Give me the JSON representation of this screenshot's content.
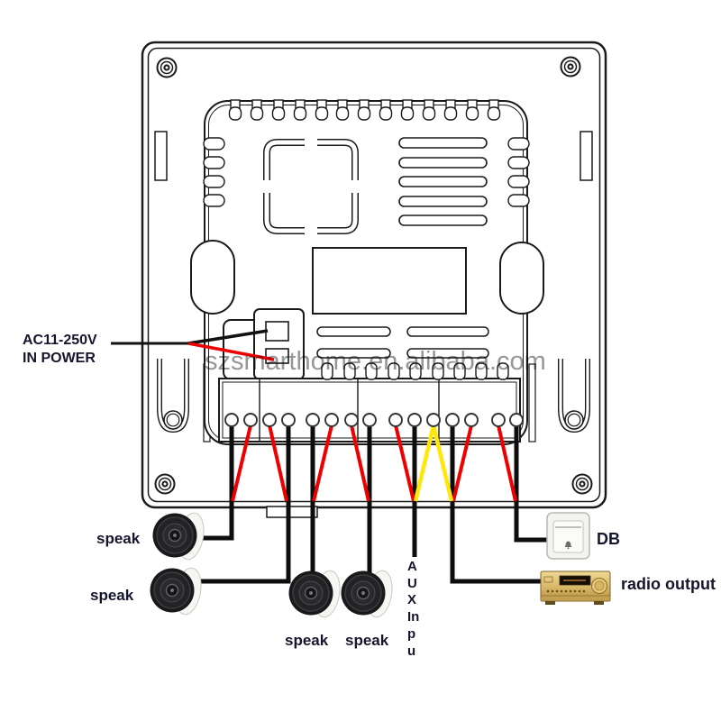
{
  "watermark": "szsmarthome.en.alibaba.com",
  "power_label": [
    "AC11-250V",
    "IN POWER"
  ],
  "speaker_labels": [
    "speak",
    "speak",
    "speak",
    "speak"
  ],
  "aux_label_lines": [
    "A",
    "U",
    "X",
    "In",
    "p",
    "u"
  ],
  "db_label": "DB",
  "radio_label": "radio output",
  "terminals": {
    "count": 15
  },
  "icons": {
    "speaker": "ceiling-speaker-icon",
    "doorbell": "doorbell-switch-icon",
    "radio": "radio-receiver-icon",
    "screw": "screw-icon"
  },
  "colors": {
    "line_black": "#1a1a1a",
    "wire_black": "#0d0d0d",
    "wire_red": "#ee0000",
    "wire_yellow": "#ffe70a",
    "watermark_gray": "#858585",
    "radio_gold": "#d9b96a"
  }
}
